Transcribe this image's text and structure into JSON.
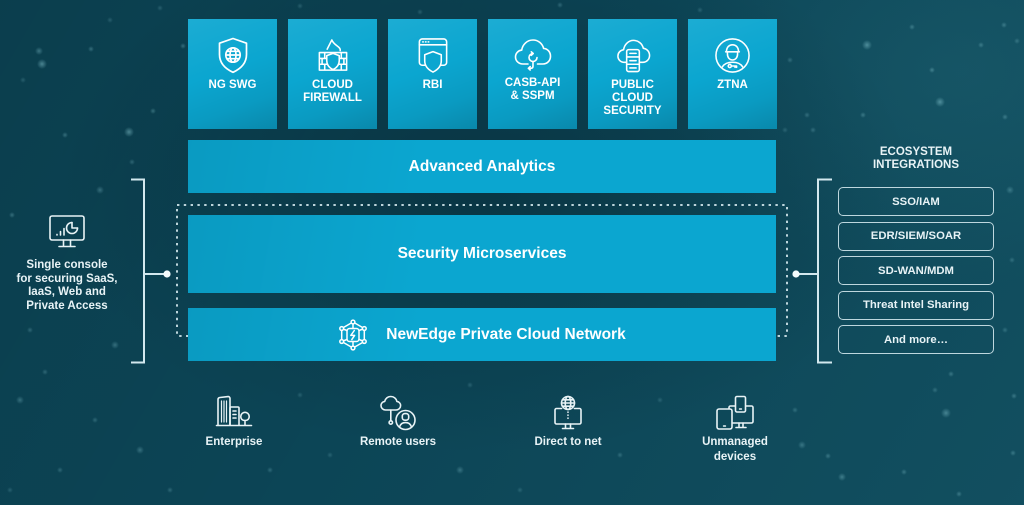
{
  "colors": {
    "background": "#0c4556",
    "tile": "#0ba6d0",
    "outline": "#d3e8ee",
    "text": "#ffffff",
    "text_soft": "#e8f3f6"
  },
  "services": [
    {
      "label": "NG SWG",
      "icon": "shield-globe-icon"
    },
    {
      "label": "CLOUD\nFIREWALL",
      "icon": "firewall-icon"
    },
    {
      "label": "RBI",
      "icon": "browser-shield-icon"
    },
    {
      "label": "CASB-API\n& SSPM",
      "icon": "cloud-sync-icon"
    },
    {
      "label": "PUBLIC\nCLOUD\nSECURITY",
      "icon": "cloud-server-icon"
    },
    {
      "label": "ZTNA",
      "icon": "user-key-icon"
    }
  ],
  "layers": {
    "analytics": "Advanced Analytics",
    "microservices": "Security Microservices",
    "network": {
      "label": "NewEdge Private Cloud Network",
      "icon": "network-bolt-icon"
    }
  },
  "console": {
    "icon": "monitor-dashboard-icon",
    "text": "Single console\nfor securing SaaS,\nIaaS, Web and\nPrivate Access"
  },
  "ecosystem": {
    "title": "ECOSYSTEM\nINTEGRATIONS",
    "items": [
      "SSO/IAM",
      "EDR/SIEM/SOAR",
      "SD-WAN/MDM",
      "Threat Intel Sharing",
      "And more…"
    ]
  },
  "access_points": [
    {
      "label": "Enterprise",
      "icon": "enterprise-buildings-icon"
    },
    {
      "label": "Remote users",
      "icon": "remote-user-cloud-icon"
    },
    {
      "label": "Direct to net",
      "icon": "globe-monitor-icon"
    },
    {
      "label": "Unmanaged\ndevices",
      "icon": "devices-icon"
    }
  ]
}
